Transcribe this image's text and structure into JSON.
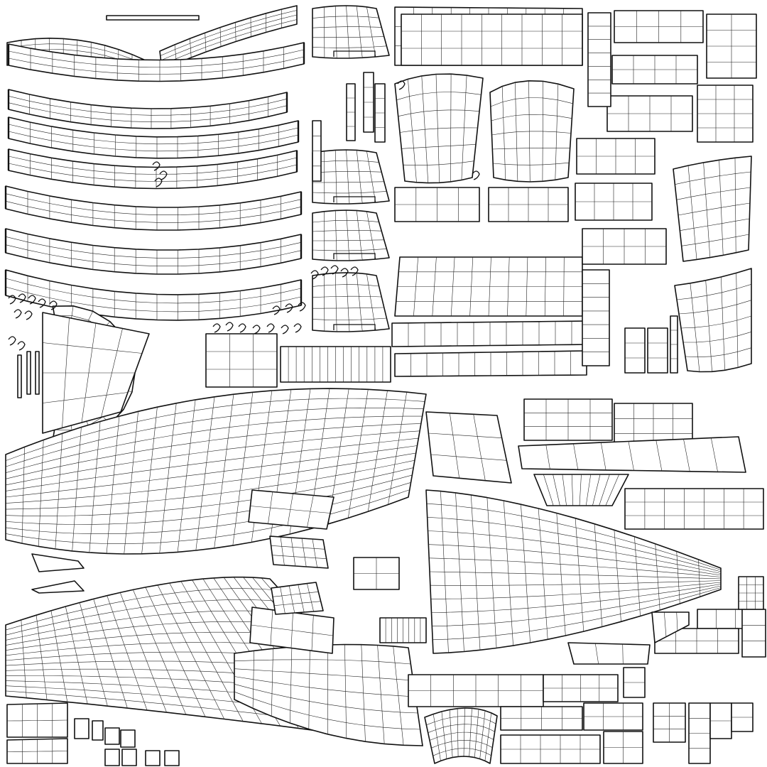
{
  "canvas": {
    "background": "#ffffff",
    "line_color": "#111111",
    "grid_color": "#222222"
  },
  "islands": [
    {
      "id": "wing-strip-top-left",
      "kind": "bent-strip",
      "cols": 8,
      "rows": 4
    },
    {
      "id": "wing-strip-top-right",
      "kind": "bent-strip",
      "cols": 7,
      "rows": 4
    },
    {
      "id": "chevron-strip-1",
      "kind": "chevron-strip",
      "cols": 10,
      "rows": 3
    },
    {
      "id": "chevron-strip-2",
      "kind": "chevron-strip",
      "cols": 10,
      "rows": 3
    },
    {
      "id": "chevron-strip-3",
      "kind": "chevron-strip",
      "cols": 10,
      "rows": 3
    },
    {
      "id": "chevron-strip-4",
      "kind": "chevron-strip",
      "cols": 10,
      "rows": 3
    },
    {
      "id": "chevron-strip-5",
      "kind": "chevron-strip",
      "cols": 10,
      "rows": 3
    },
    {
      "id": "chevron-strip-6",
      "kind": "chevron-strip",
      "cols": 10,
      "rows": 3
    },
    {
      "id": "chevron-strip-7",
      "kind": "chevron-strip",
      "cols": 10,
      "rows": 3
    },
    {
      "id": "chevron-strip-8",
      "kind": "chevron-strip",
      "cols": 10,
      "rows": 3
    },
    {
      "id": "fin-1",
      "kind": "fin",
      "cols": 6,
      "rows": 5
    },
    {
      "id": "fin-2",
      "kind": "fin",
      "cols": 6,
      "rows": 5
    },
    {
      "id": "fin-3",
      "kind": "fin",
      "cols": 6,
      "rows": 5
    },
    {
      "id": "fin-4",
      "kind": "fin",
      "cols": 6,
      "rows": 5
    },
    {
      "id": "panel-top-center",
      "kind": "panel",
      "cols": 10,
      "rows": 3
    },
    {
      "id": "panel-mid-center",
      "kind": "panel",
      "cols": 10,
      "rows": 4
    },
    {
      "id": "panel-strip-center-1",
      "kind": "panel",
      "cols": 12,
      "rows": 1
    },
    {
      "id": "panel-strip-center-2",
      "kind": "panel",
      "cols": 12,
      "rows": 1
    },
    {
      "id": "cylinder-half-left",
      "kind": "curved-panel",
      "cols": 6,
      "rows": 6
    },
    {
      "id": "cylinder-half-right",
      "kind": "curved-panel",
      "cols": 6,
      "rows": 6
    },
    {
      "id": "cylinder-half-far-right-1",
      "kind": "curved-panel",
      "cols": 5,
      "rows": 6
    },
    {
      "id": "cylinder-half-far-right-2",
      "kind": "curved-panel",
      "cols": 5,
      "rows": 6
    },
    {
      "id": "arch-ring",
      "kind": "arch",
      "cols": 12,
      "rows": 4
    },
    {
      "id": "fuselage-upper",
      "kind": "fuselage",
      "cols": 22,
      "rows": 14
    },
    {
      "id": "fuselage-lower",
      "kind": "fuselage",
      "cols": 22,
      "rows": 14
    },
    {
      "id": "fuselage-nose",
      "kind": "nose",
      "cols": 16,
      "rows": 12
    },
    {
      "id": "seat-bowl",
      "kind": "bowl",
      "cols": 10,
      "rows": 6
    },
    {
      "id": "small-parts-cluster",
      "kind": "small-parts",
      "cols": 1,
      "rows": 1
    }
  ]
}
